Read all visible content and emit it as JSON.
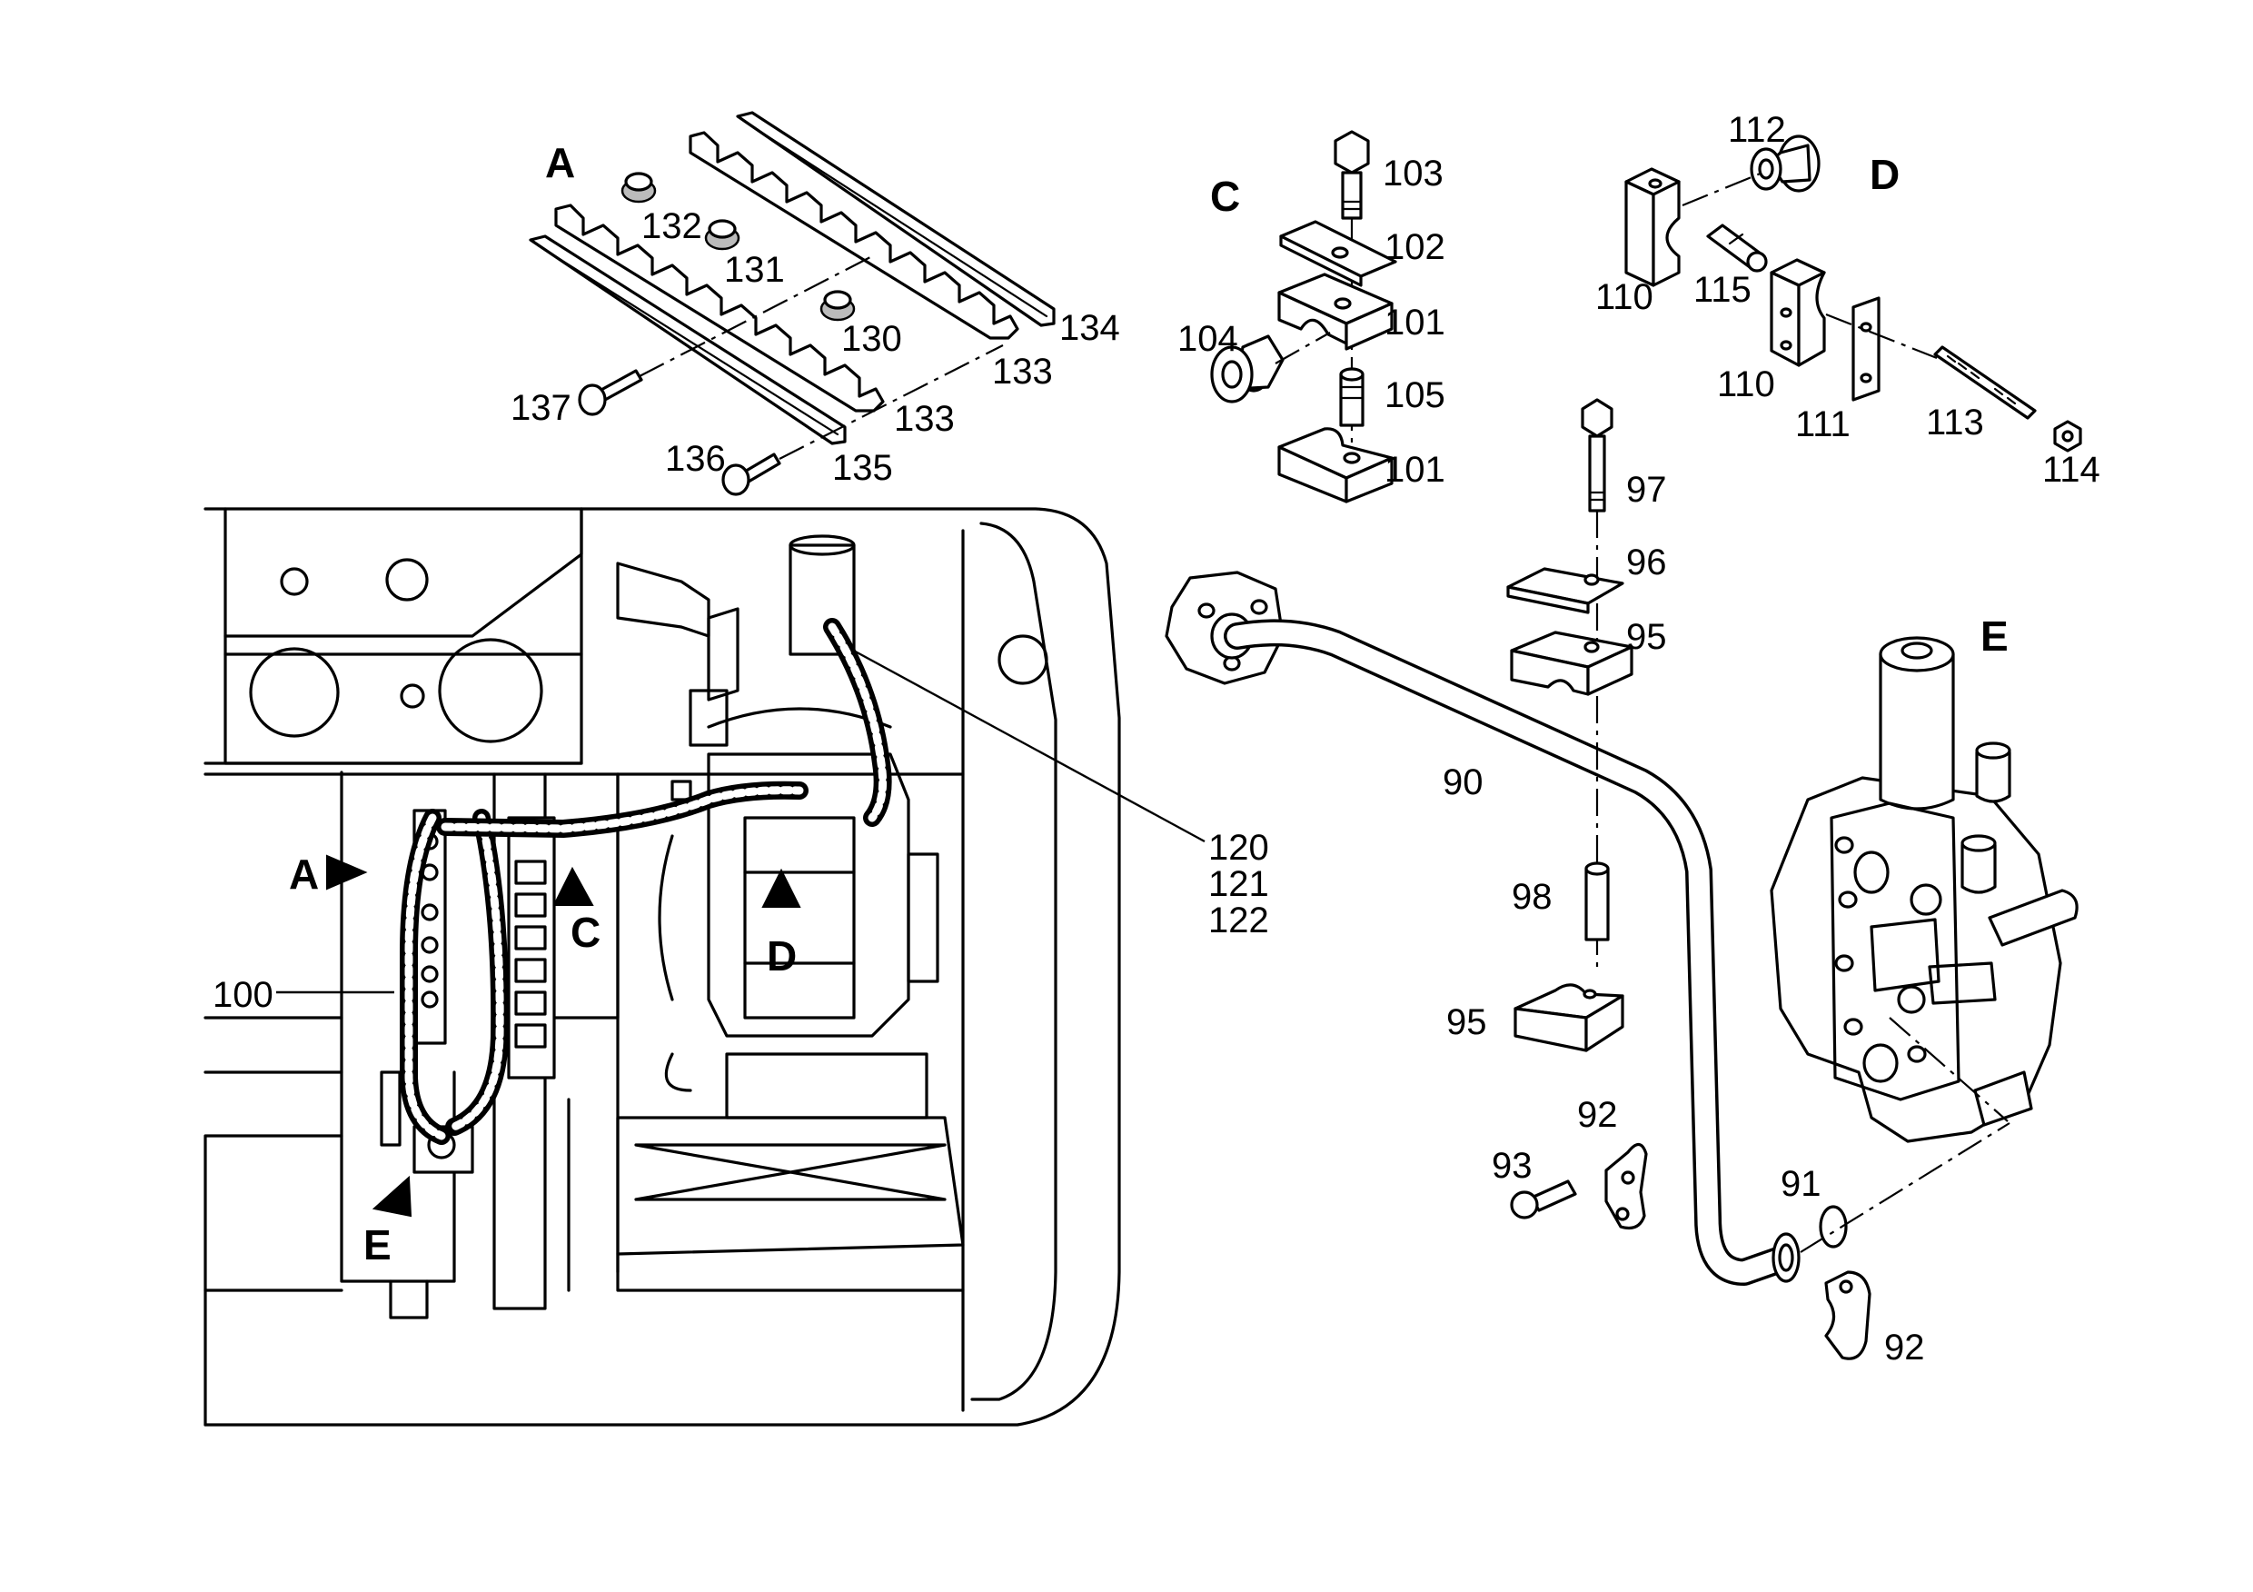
{
  "view_labels": {
    "A": "A",
    "C": "C",
    "D": "D",
    "E": "E"
  },
  "callouts": {
    "c90": "90",
    "c91": "91",
    "c92a": "92",
    "c92b": "92",
    "c93": "93",
    "c95a": "95",
    "c95b": "95",
    "c96": "96",
    "c97": "97",
    "c98": "98",
    "c100": "100",
    "c101a": "101",
    "c101b": "101",
    "c102": "102",
    "c103": "103",
    "c104": "104",
    "c105": "105",
    "c110a": "110",
    "c110b": "110",
    "c111": "111",
    "c112": "112",
    "c113": "113",
    "c114": "114",
    "c115": "115",
    "c120": "120",
    "c121": "121",
    "c122": "122",
    "c130": "130",
    "c131": "131",
    "c132": "132",
    "c133a": "133",
    "c133b": "133",
    "c134": "134",
    "c135": "135",
    "c136": "136",
    "c137": "137"
  },
  "view_markers": {
    "A": "A",
    "C": "C",
    "D": "D",
    "E": "E"
  }
}
